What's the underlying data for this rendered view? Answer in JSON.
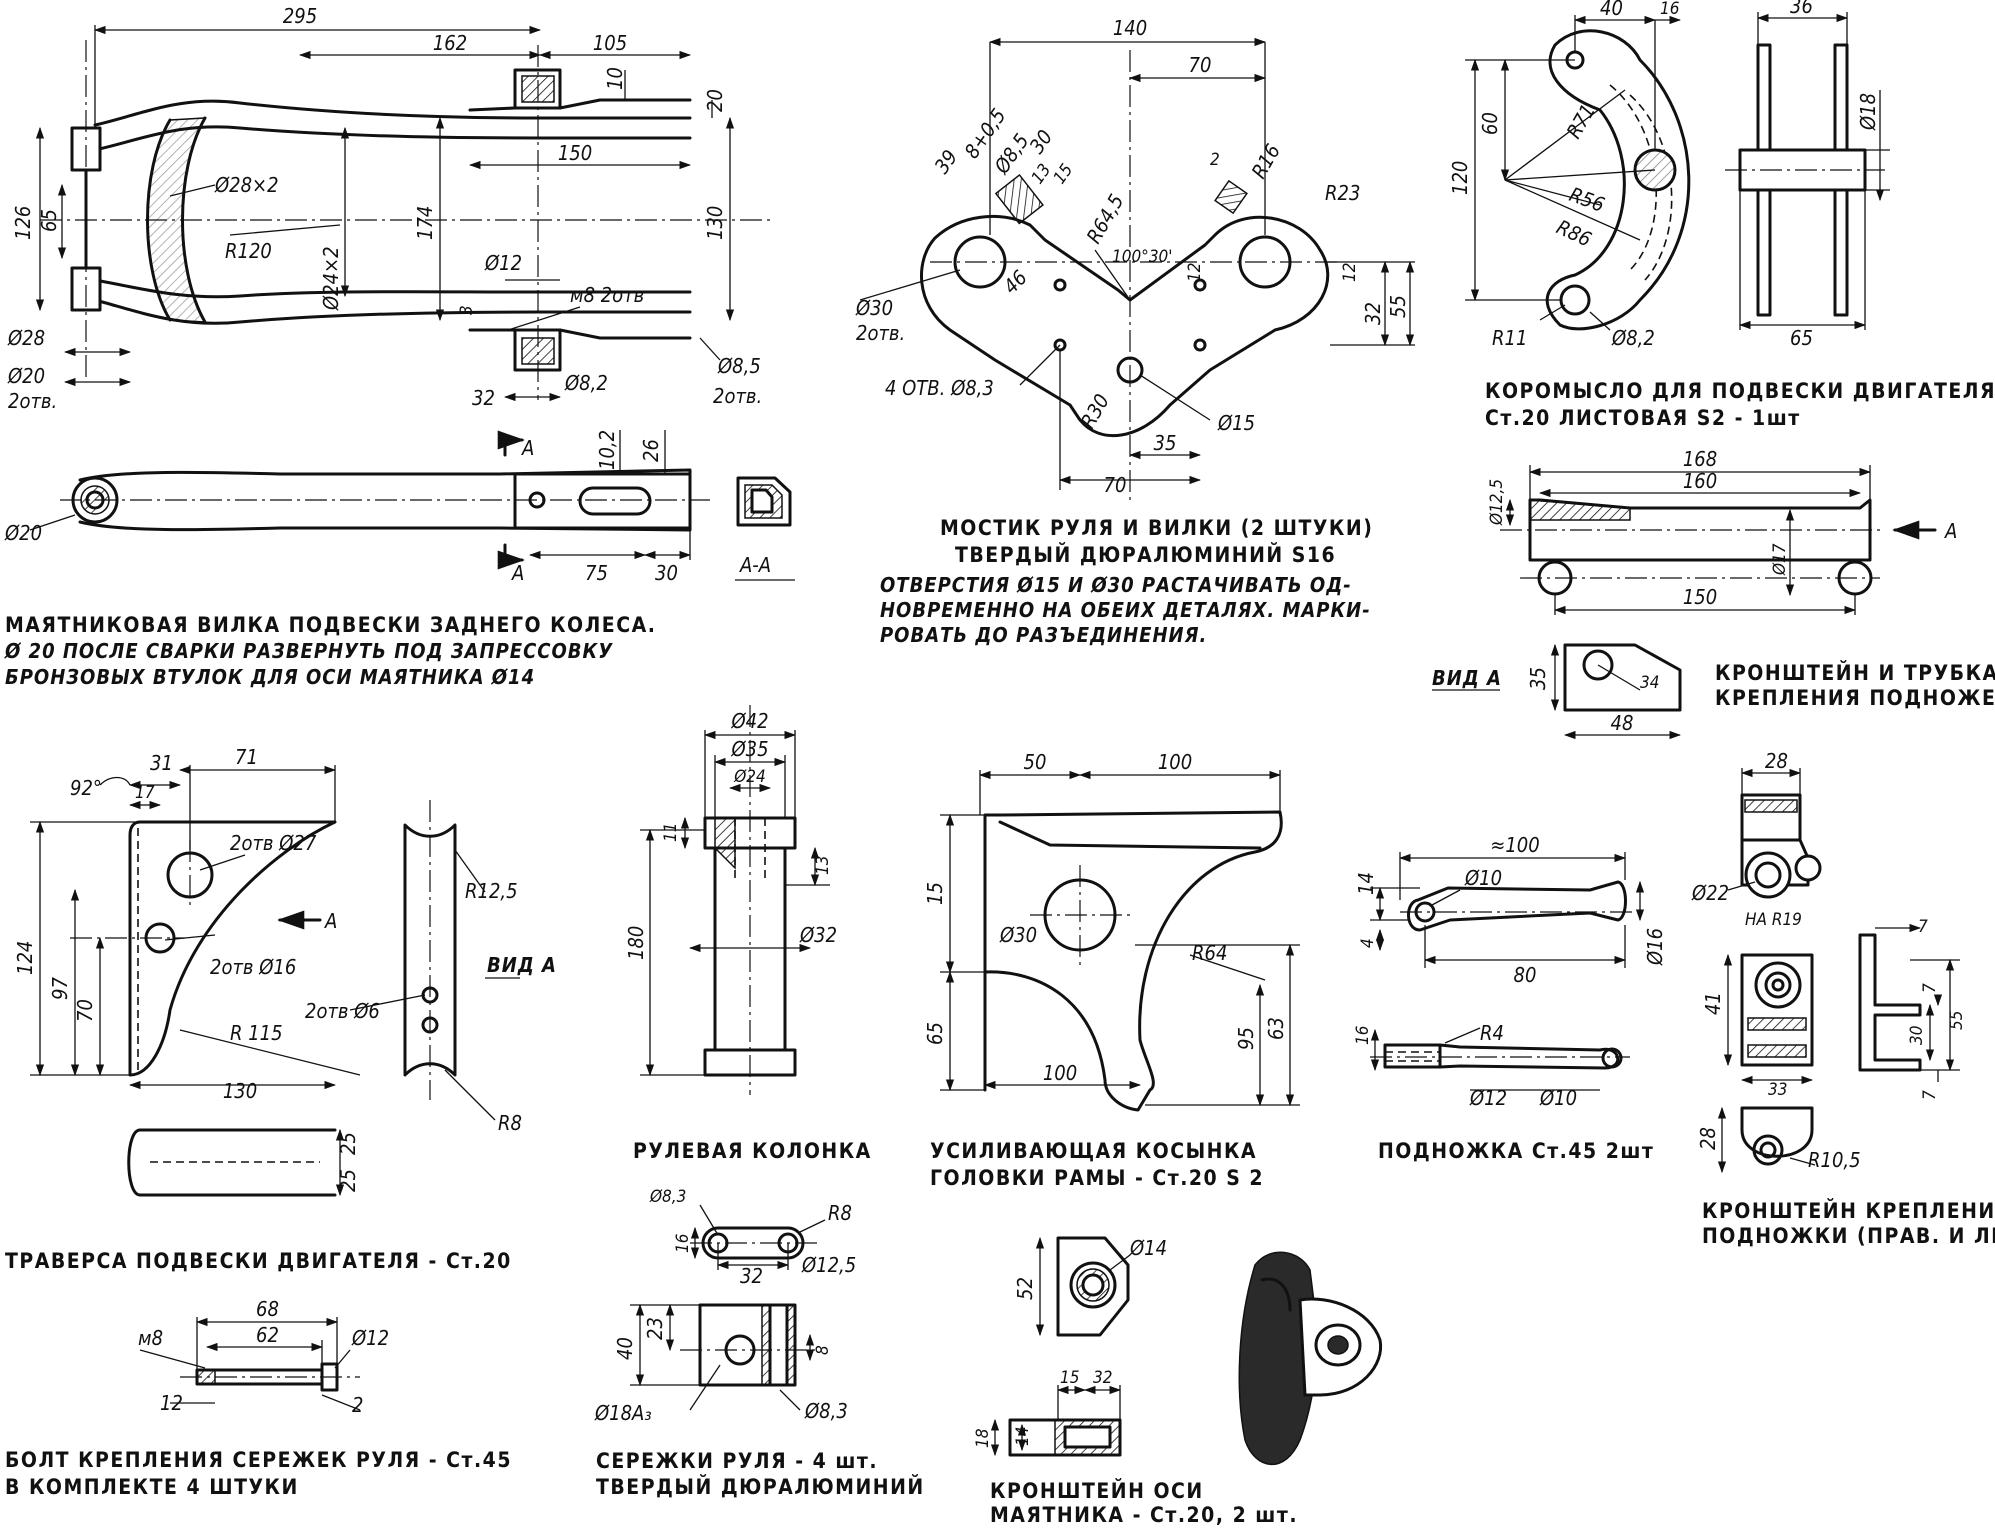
{
  "captions": {
    "swingarm_1": "МАЯТНИКОВАЯ ВИЛКА ПОДВЕСКИ ЗАДНЕГО КОЛЕСА.",
    "swingarm_2": "Ø 20 ПОСЛЕ СВАРКИ РАЗВЕРНУТЬ ПОД ЗАПРЕССОВКУ",
    "swingarm_3": "БРОНЗОВЫХ ВТУЛОК ДЛЯ ОСИ МАЯТНИКА Ø14",
    "bridge_1": "МОСТИК РУЛЯ И ВИЛКИ (2 ШТУКИ)",
    "bridge_2": "ТВЕРДЫЙ ДЮРАЛЮМИНИЙ S16",
    "bridge_3": "ОТВЕРСТИЯ Ø15 И Ø30 РАСТАЧИВАТЬ ОД-",
    "bridge_4": "НОВРЕМЕННО НА ОБЕИХ ДЕТАЛЯХ. МАРКИ-",
    "bridge_5": "РОВАТЬ ДО РАЗЪЕДИНЕНИЯ.",
    "rocker_1": "КОРОМЫСЛО ДЛЯ ПОДВЕСКИ ДВИГАТЕЛЯ",
    "rocker_2": "Ст.20 ЛИСТОВАЯ S2 - 1шт",
    "footbracket_1": "КРОНШТЕЙН И ТРУБКА",
    "footbracket_2": "КРЕПЛЕНИЯ ПОДНОЖЕК",
    "traverse": "ТРАВЕРСА ПОДВЕСКИ ДВИГАТЕЛЯ - Ст.20",
    "column": "РУЛЕВАЯ КОЛОНКА",
    "gusset_1": "УСИЛИВАЮЩАЯ КОСЫНКА",
    "gusset_2": "ГОЛОВКИ РАМЫ - Ст.20 S 2",
    "footrest": "ПОДНОЖКА Ст.45 2шт",
    "footrest_bracket_1": "КРОНШТЕЙН КРЕПЛЕНИЯ",
    "footrest_bracket_2": "ПОДНОЖКИ (ПРАВ. И ЛЕВ.)",
    "bolt_1": "БОЛТ КРЕПЛЕНИЯ СЕРЕЖЕК РУЛЯ - Ст.45",
    "bolt_2": "В КОМПЛЕКТЕ 4 ШТУКИ",
    "earrings_1": "СЕРЕЖКИ РУЛЯ - 4 шт.",
    "earrings_2": "ТВЕРДЫЙ ДЮРАЛЮМИНИЙ",
    "axle_bracket_1": "КРОНШТЕЙН ОСИ",
    "axle_bracket_2": "МАЯТНИКА - Ст.20, 2 шт."
  },
  "dims": {
    "swingarm": {
      "d295": "295",
      "d162": "162",
      "d105": "105",
      "d10": "10",
      "d20": "20",
      "d150": "150",
      "d126": "126",
      "d65": "65",
      "d28x2": "Ø28×2",
      "r120": "R120",
      "d174": "174",
      "d24x2": "Ø24×2",
      "d130": "130",
      "d12": "Ø12",
      "m8": "м8 2отв",
      "d3": "3",
      "d28": "Ø28",
      "d20a": "Ø20",
      "otv2a": "2отв.",
      "d32": "32",
      "d82": "Ø8,2",
      "d85": "Ø8,5",
      "otv2b": "2отв.",
      "a1": "A",
      "a2": "A",
      "d102": "10,2",
      "d26": "26",
      "d20b": "Ø20",
      "d75": "75",
      "d30": "30",
      "aa": "А-А"
    },
    "bridge": {
      "d140": "140",
      "d70": "70",
      "d39": "39",
      "d805": "8+0,5",
      "d85": "Ø8,5",
      "d30": "30",
      "d13": "13",
      "d15": "15",
      "r645": "R64,5",
      "d2": "2",
      "r16": "R16",
      "r23": "R23",
      "ang": "100°30'",
      "d46": "46",
      "d12a": "12",
      "d12b": "12",
      "d32": "32",
      "d55": "55",
      "d30b": "Ø30",
      "otv2": "2отв.",
      "otv4": "4 ОТВ. Ø8,3",
      "r30": "R30",
      "d15b": "Ø15",
      "d35": "35",
      "d70b": "70"
    },
    "rocker": {
      "d40": "40",
      "d16": "16",
      "d36": "36",
      "d60": "60",
      "r71": "R71",
      "d18": "Ø18",
      "d120": "120",
      "r56": "R56",
      "r86": "R86",
      "r11": "R11",
      "d82": "Ø8,2",
      "d65": "65"
    },
    "footbracket": {
      "d168": "168",
      "d160": "160",
      "d125": "Ø12,5",
      "a": "A",
      "d17": "Ø17",
      "d150": "150",
      "vid": "ВИД A",
      "d35": "35",
      "d34": "34",
      "d48": "48"
    },
    "traverse": {
      "ang": "92°",
      "d31": "31",
      "d71": "71",
      "d17": "17",
      "h27": "2отв Ø27",
      "r125": "R12,5",
      "a": "A",
      "d124": "124",
      "d97": "97",
      "h16": "2отв Ø16",
      "vid": "ВИД A",
      "d70": "70",
      "h6": "2отв Ø6",
      "r115": "R 115",
      "d130": "130",
      "r8": "R8",
      "d25a": "25",
      "d25b": "25"
    },
    "column": {
      "d42": "Ø42",
      "d35": "Ø35",
      "d24": "Ø24",
      "d11": "11",
      "d13": "13",
      "d180": "180",
      "d32": "Ø32"
    },
    "gusset": {
      "d50": "50",
      "d100": "100",
      "d15": "15",
      "d30": "Ø30",
      "r64": "R64",
      "d65": "65",
      "d95": "95",
      "d63": "63",
      "d100b": "100"
    },
    "footrest": {
      "d100": "≈100",
      "d14": "14",
      "d10": "Ø10",
      "d4": "4",
      "d80": "80",
      "d16": "Ø16",
      "d16b": "16",
      "r4": "R4",
      "d12": "Ø12",
      "d10b": "Ø10"
    },
    "frbracket": {
      "d28": "28",
      "d22": "Ø22",
      "r19": "НА R19",
      "d7a": "7",
      "d7b": "7",
      "d41": "41",
      "d30": "30",
      "d55": "55",
      "d7c": "7",
      "d33": "33",
      "d28b": "28",
      "r105": "R10,5"
    },
    "bolt": {
      "d68": "68",
      "m8": "м8",
      "d62": "62",
      "d12": "Ø12",
      "d12b": "12",
      "d2": "2"
    },
    "earrings": {
      "d83": "Ø8,3",
      "r8": "R8",
      "d16": "16",
      "d32": "32",
      "d125": "Ø12,5",
      "d40": "40",
      "d23": "23",
      "d8": "8",
      "d18": "Ø18А₃",
      "d83b": "Ø8,3"
    },
    "axle": {
      "d14": "Ø14",
      "d52": "52",
      "d15": "15",
      "d32": "32",
      "d18": "18",
      "d14b": "14"
    }
  }
}
